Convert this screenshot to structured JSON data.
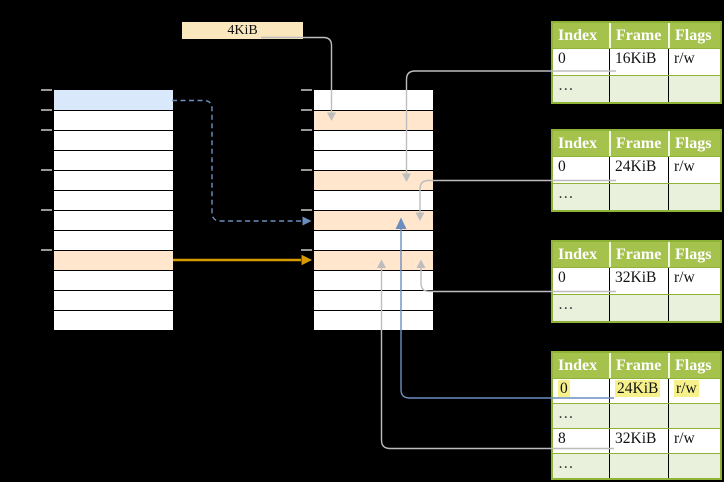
{
  "colors": {
    "background": "#000000",
    "virtual_page_highlight": "#DAE8FC",
    "frame_highlight": "#FFE6CC",
    "label_box_fill": "#FAE7BD",
    "table_header_green": "#A5C24C",
    "table_row_alt_green": "#E9F0DB",
    "table_border_green": "#8FB337",
    "text_highlight_yellow": "#F7F18C",
    "connector_grey": "#BDBDBD",
    "connector_blue": "#6C8EBF",
    "connector_gold": "#D79B00",
    "tick_grey": "#999999"
  },
  "label_box": {
    "text": "4KiB"
  },
  "virtual_memory": {
    "row_count": 12,
    "blue_rows": [
      0
    ],
    "orange_rows": [
      8
    ],
    "tick_offsets": [
      0,
      1,
      2,
      4,
      6,
      8
    ]
  },
  "physical_memory": {
    "row_count": 12,
    "blue_rows": [],
    "orange_rows": [
      1,
      4,
      6,
      8
    ],
    "tick_offsets": [
      0,
      1,
      2,
      4,
      6,
      8
    ]
  },
  "page_tables": [
    {
      "name": "page-table-16kib",
      "headers": [
        "Index",
        "Frame",
        "Flags"
      ],
      "rows": [
        {
          "cells": [
            "0",
            "16KiB",
            "r/w"
          ],
          "alt": false,
          "highlight": false
        },
        {
          "cells": [
            "…",
            "",
            ""
          ],
          "alt": true,
          "highlight": false
        }
      ]
    },
    {
      "name": "page-table-24kib",
      "headers": [
        "Index",
        "Frame",
        "Flags"
      ],
      "rows": [
        {
          "cells": [
            "0",
            "24KiB",
            "r/w"
          ],
          "alt": false,
          "highlight": false
        },
        {
          "cells": [
            "…",
            "",
            ""
          ],
          "alt": true,
          "highlight": false
        }
      ]
    },
    {
      "name": "page-table-32kib",
      "headers": [
        "Index",
        "Frame",
        "Flags"
      ],
      "rows": [
        {
          "cells": [
            "0",
            "32KiB",
            "r/w"
          ],
          "alt": false,
          "highlight": false
        },
        {
          "cells": [
            "…",
            "",
            ""
          ],
          "alt": true,
          "highlight": false
        }
      ]
    },
    {
      "name": "level-2-page-table",
      "headers": [
        "Index",
        "Frame",
        "Flags"
      ],
      "rows": [
        {
          "cells": [
            "0",
            "24KiB",
            "r/w"
          ],
          "alt": false,
          "highlight": true
        },
        {
          "cells": [
            "…",
            "",
            ""
          ],
          "alt": true,
          "highlight": false
        },
        {
          "cells": [
            "8",
            "32KiB",
            "r/w"
          ],
          "alt": false,
          "highlight": false
        },
        {
          "cells": [
            "…",
            "",
            ""
          ],
          "alt": true,
          "highlight": false
        }
      ]
    }
  ],
  "connectors": [
    {
      "from": "label-4kib",
      "to": "physical-row-2",
      "style": "grey"
    },
    {
      "from": "page-table-16kib-frame-0",
      "to": "physical-row-5-16kib",
      "style": "grey"
    },
    {
      "from": "page-table-24kib-frame-0",
      "to": "physical-row-7-24kib",
      "style": "grey"
    },
    {
      "from": "page-table-32kib-frame-0",
      "to": "physical-row-9-32kib",
      "style": "grey"
    },
    {
      "from": "level-2-table-entry-0-24kib",
      "to": "physical-row-7-24kib",
      "style": "blue"
    },
    {
      "from": "level-2-table-entry-8-32kib",
      "to": "physical-row-9-32kib",
      "style": "grey"
    },
    {
      "from": "virtual-blue-page-row-1",
      "to": "physical-row-7-24kib",
      "style": "blue-dashed"
    },
    {
      "from": "virtual-orange-page-row-9",
      "to": "physical-row-9-32kib",
      "style": "gold"
    }
  ]
}
